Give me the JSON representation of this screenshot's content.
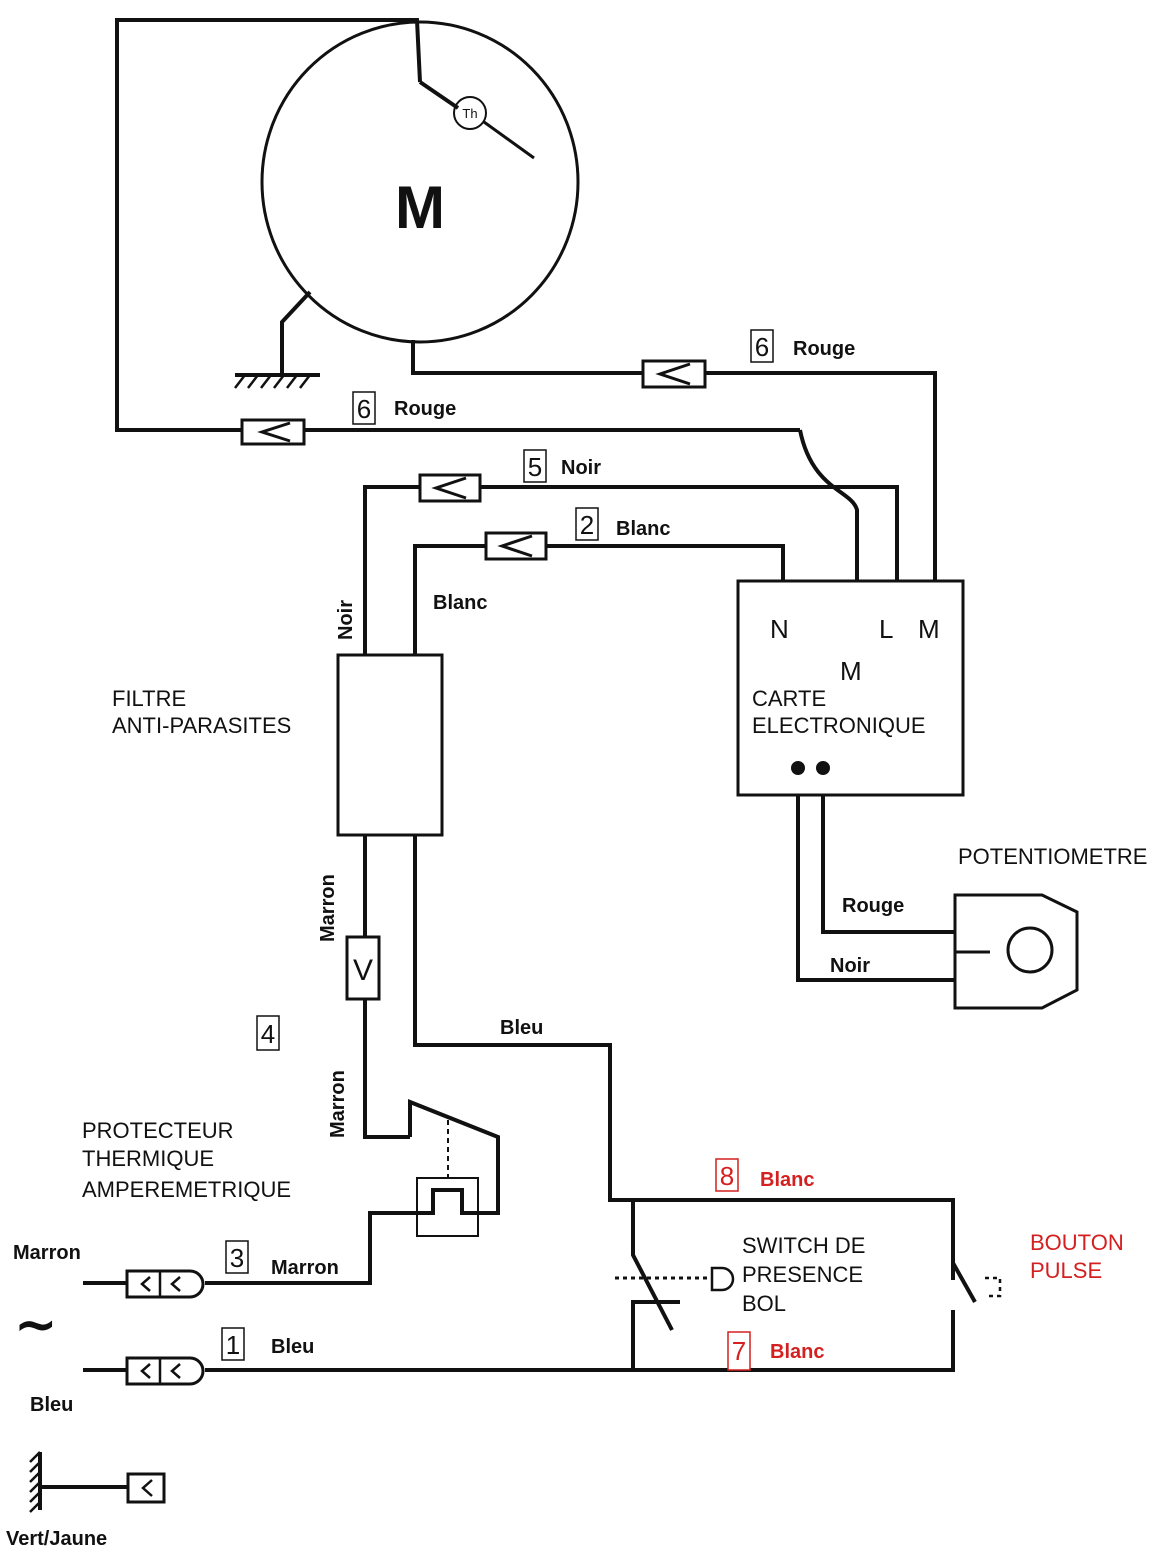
{
  "motor": {
    "label": "M",
    "thermal_label": "Th"
  },
  "board": {
    "line1": "CARTE",
    "line2": "ELECTRONIQUE",
    "terminals": [
      "N",
      "M",
      "L",
      "M"
    ]
  },
  "filter": {
    "line1": "FILTRE",
    "line2": "ANTI-PARASITES"
  },
  "potentiometer": {
    "label": "POTENTIOMETRE"
  },
  "protector": {
    "line1": "PROTECTEUR",
    "line2": "THERMIQUE",
    "line3": "AMPEREMETRIQUE"
  },
  "bowl_switch": {
    "line1": "SWITCH DE",
    "line2": "PRESENCE",
    "line3": "BOL"
  },
  "pulse_button": {
    "line1": "BOUTON",
    "line2": "PULSE"
  },
  "connector_v": "V",
  "supply": {
    "symbol": "~",
    "brown": "Marron",
    "blue": "Bleu",
    "earth": "Vert/Jaune"
  },
  "wires": [
    {
      "num": "6",
      "color": "Rouge"
    },
    {
      "num": "6",
      "color": "Rouge"
    },
    {
      "num": "5",
      "color": "Noir"
    },
    {
      "num": "2",
      "color": "Blanc"
    },
    {
      "num": "3",
      "color": "Marron"
    },
    {
      "num": "1",
      "color": "Bleu"
    },
    {
      "num": "8",
      "color": "Blanc"
    },
    {
      "num": "7",
      "color": "Blanc"
    },
    {
      "num": "4"
    }
  ],
  "wire_labels": {
    "filter_noir": "Noir",
    "filter_blanc": "Blanc",
    "filter_marron_top": "Marron",
    "filter_marron_bottom": "Marron",
    "bleu_main": "Bleu",
    "pot_rouge": "Rouge",
    "pot_noir": "Noir"
  },
  "colors": {
    "ink": "#111111",
    "accent_red": "#d42020"
  }
}
